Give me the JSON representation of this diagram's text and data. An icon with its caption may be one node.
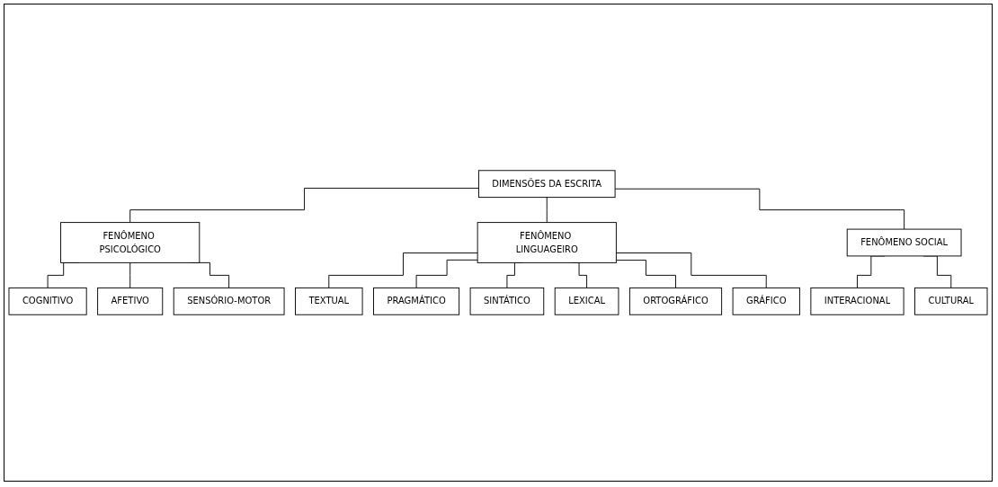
{
  "diagram": {
    "nodes": [
      {
        "text": [
          "DIMENSÕES DA ESCRITA"
        ]
      },
      {
        "text": [
          "FENÔMENO PSICOLÓGICO"
        ]
      },
      {
        "text": [
          "FENÔMENO LINGUAGEIRO"
        ]
      },
      {
        "text": [
          "FENÔMENO SOCIAL"
        ]
      },
      {
        "text": [
          "COGNITIVO"
        ]
      },
      {
        "text": [
          "AFETIVO"
        ]
      },
      {
        "text": [
          "SENSÓRIO-MOTOR"
        ]
      },
      {
        "text": [
          "TEXTUAL"
        ]
      },
      {
        "text": [
          "PRAGMÁTICO"
        ]
      },
      {
        "text": [
          "SINTÁTICO"
        ]
      },
      {
        "text": [
          "LEXICAL"
        ]
      },
      {
        "text": [
          "ORTOGRÁFICO"
        ]
      },
      {
        "text": [
          "GRÁFICO"
        ]
      },
      {
        "text": [
          "INTERACIONAL"
        ]
      },
      {
        "text": [
          "CULTURAL"
        ]
      }
    ],
    "edges": [
      {
        "from": 0,
        "to": 1,
        "arrow": "none"
      },
      {
        "from": 0,
        "to": 2,
        "arrow": "none"
      },
      {
        "from": 0,
        "to": 3,
        "arrow": "none"
      },
      {
        "from": 1,
        "to": 4,
        "arrow": "none"
      },
      {
        "from": 1,
        "to": 5,
        "arrow": "none"
      },
      {
        "from": 1,
        "to": 6,
        "arrow": "none"
      },
      {
        "from": 2,
        "to": 7,
        "arrow": "none"
      },
      {
        "from": 2,
        "to": 8,
        "arrow": "none"
      },
      {
        "from": 2,
        "to": 9,
        "arrow": "none"
      },
      {
        "from": 2,
        "to": 10,
        "arrow": "none"
      },
      {
        "from": 2,
        "to": 11,
        "arrow": "none"
      },
      {
        "from": 2,
        "to": 12,
        "arrow": "none"
      },
      {
        "from": 3,
        "to": 13,
        "arrow": "none"
      },
      {
        "from": 3,
        "to": 14,
        "arrow": "none"
      }
    ]
  }
}
